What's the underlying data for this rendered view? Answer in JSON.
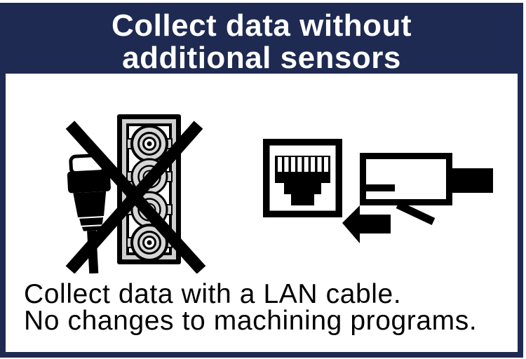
{
  "header": {
    "line1": "Collect data without",
    "line2": "additional sensors"
  },
  "caption": {
    "line1": "Collect data with a LAN cable.",
    "line2": "No changes to machining programs."
  },
  "icons": {
    "left": "analog-sensor-and-bnc-connector-panel-crossed-out",
    "right": "lan-cable-plugging-into-ethernet-port"
  },
  "colors": {
    "navy": "#1f2a52",
    "black": "#000000",
    "white": "#ffffff",
    "icon_gray": "#cfcfcf",
    "connector_gray": "#d6d6d6"
  }
}
